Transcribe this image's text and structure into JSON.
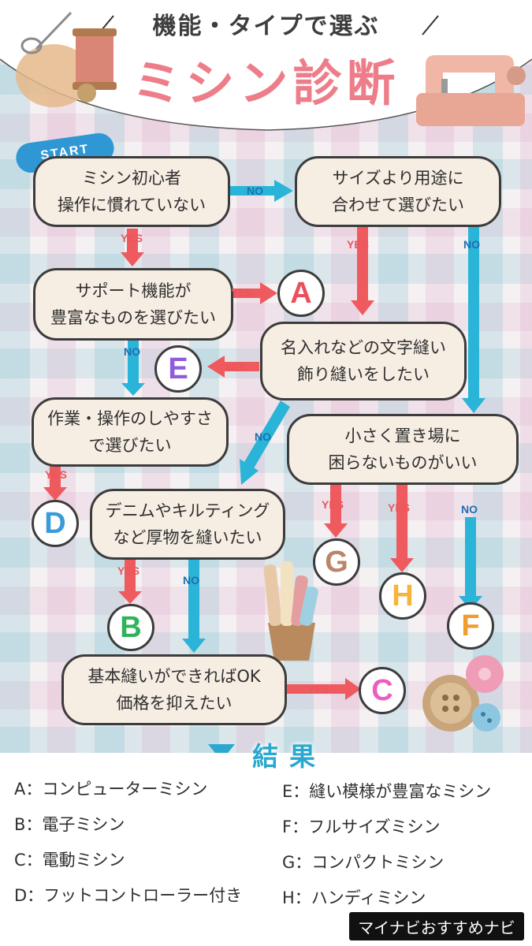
{
  "header": {
    "subtitle": "機能・タイプで選ぶ",
    "title": "ミシン診断"
  },
  "start_label": "START",
  "labels": {
    "yes": "YES",
    "no": "NO"
  },
  "nodes": [
    {
      "id": "q1",
      "text": "ミシン初心者\n操作に慣れていない"
    },
    {
      "id": "q2",
      "text": "サイズより用途に\n合わせて選びたい"
    },
    {
      "id": "q3",
      "text": "サポート機能が\n豊富なものを選びたい"
    },
    {
      "id": "q4",
      "text": "名入れなどの文字縫い\n飾り縫いをしたい"
    },
    {
      "id": "q5",
      "text": "作業・操作のしやすさ\nで選びたい"
    },
    {
      "id": "q6",
      "text": "小さく置き場に\n困らないものがいい"
    },
    {
      "id": "q7",
      "text": "デニムやキルティング\nなど厚物を縫いたい"
    },
    {
      "id": "q8",
      "text": "基本縫いができればOK\n価格を抑えたい"
    }
  ],
  "outcomes": [
    {
      "id": "A",
      "letter": "A",
      "color": "#ea4f5c"
    },
    {
      "id": "B",
      "letter": "B",
      "color": "#2db35a"
    },
    {
      "id": "C",
      "letter": "C",
      "color": "#ec5ec0"
    },
    {
      "id": "D",
      "letter": "D",
      "color": "#3b9bd8"
    },
    {
      "id": "E",
      "letter": "E",
      "color": "#8e5cdc"
    },
    {
      "id": "F",
      "letter": "F",
      "color": "#f29b2e"
    },
    {
      "id": "G",
      "letter": "G",
      "color": "#b8866a"
    },
    {
      "id": "H",
      "letter": "H",
      "color": "#f5b43a"
    }
  ],
  "results": {
    "title": "結果",
    "left": [
      "A：コンピューターミシン",
      "B：電子ミシン",
      "C：電動ミシン",
      "D：フットコントローラー付き"
    ],
    "right": [
      "E：縫い模様が豊富なミシン",
      "F：フルサイズミシン",
      "G：コンパクトミシン",
      "H：ハンディミシン"
    ]
  },
  "credit": "マイナビおすすめナビ",
  "colors": {
    "yes_arrow": "#ef5a5f",
    "no_arrow": "#2ab4d8",
    "title_pink": "#ee7d8a"
  }
}
